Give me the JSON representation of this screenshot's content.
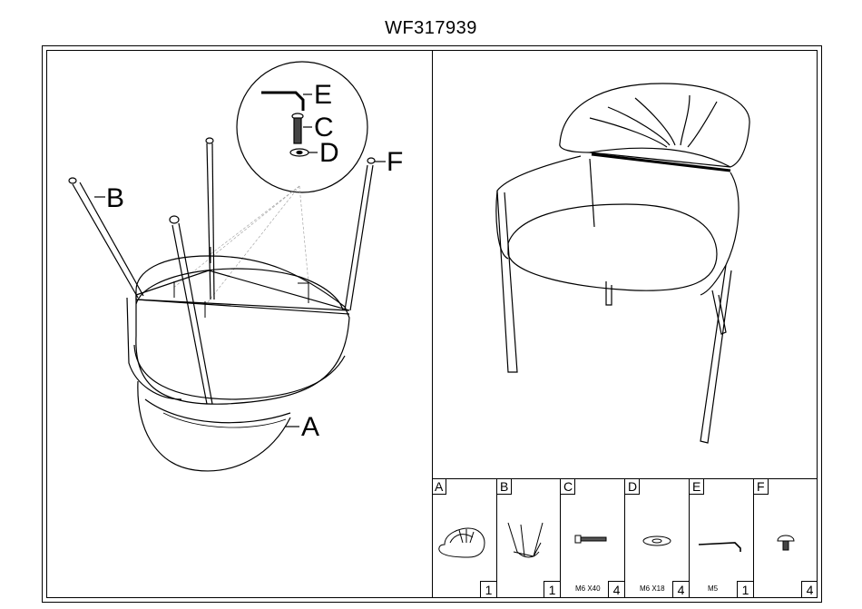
{
  "document_title": "WF317939",
  "callouts": {
    "a": "A",
    "b": "B",
    "c": "C",
    "d": "D",
    "e": "E",
    "f": "F"
  },
  "parts": [
    {
      "letter": "A",
      "spec": "",
      "qty": "1",
      "icon": "seat-icon"
    },
    {
      "letter": "B",
      "spec": "",
      "qty": "1",
      "icon": "leg-frame-icon"
    },
    {
      "letter": "C",
      "spec": "M6 X40",
      "qty": "4",
      "icon": "bolt-icon"
    },
    {
      "letter": "D",
      "spec": "M6 X18",
      "qty": "4",
      "icon": "washer-icon"
    },
    {
      "letter": "E",
      "spec": "M5",
      "qty": "1",
      "icon": "allen-key-icon"
    },
    {
      "letter": "F",
      "spec": "",
      "qty": "4",
      "icon": "foot-cap-icon"
    }
  ]
}
